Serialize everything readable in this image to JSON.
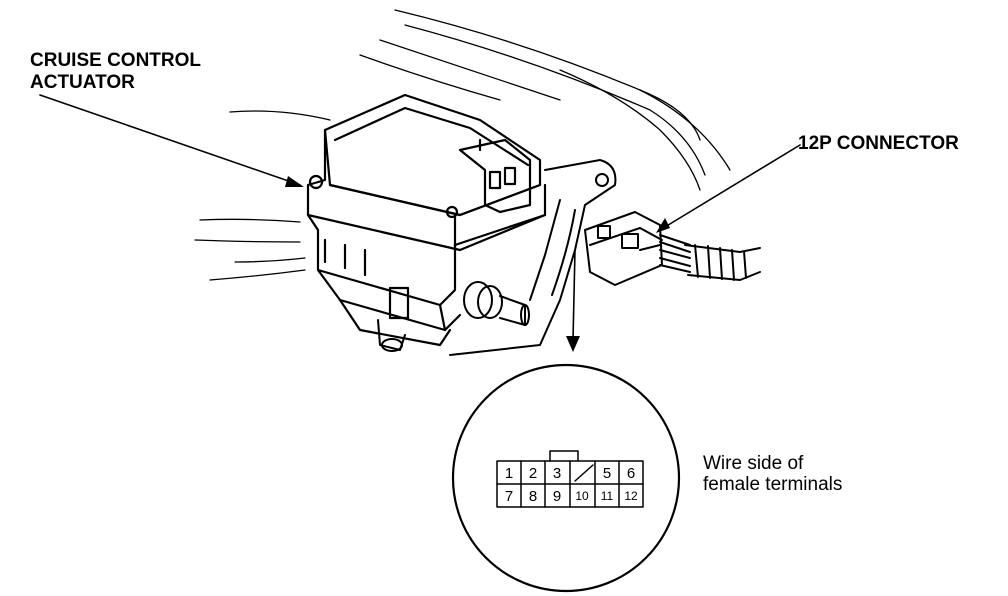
{
  "labels": {
    "actuator_line1": "CRUISE CONTROL",
    "actuator_line2": "ACTUATOR",
    "connector": "12P CONNECTOR",
    "wire_side_line1": "Wire side of",
    "wire_side_line2": "female terminals"
  },
  "connector_pins": {
    "top_row": [
      "1",
      "2",
      "3",
      "",
      "5",
      "6"
    ],
    "bottom_row": [
      "7",
      "8",
      "9",
      "10",
      "11",
      "12"
    ]
  }
}
